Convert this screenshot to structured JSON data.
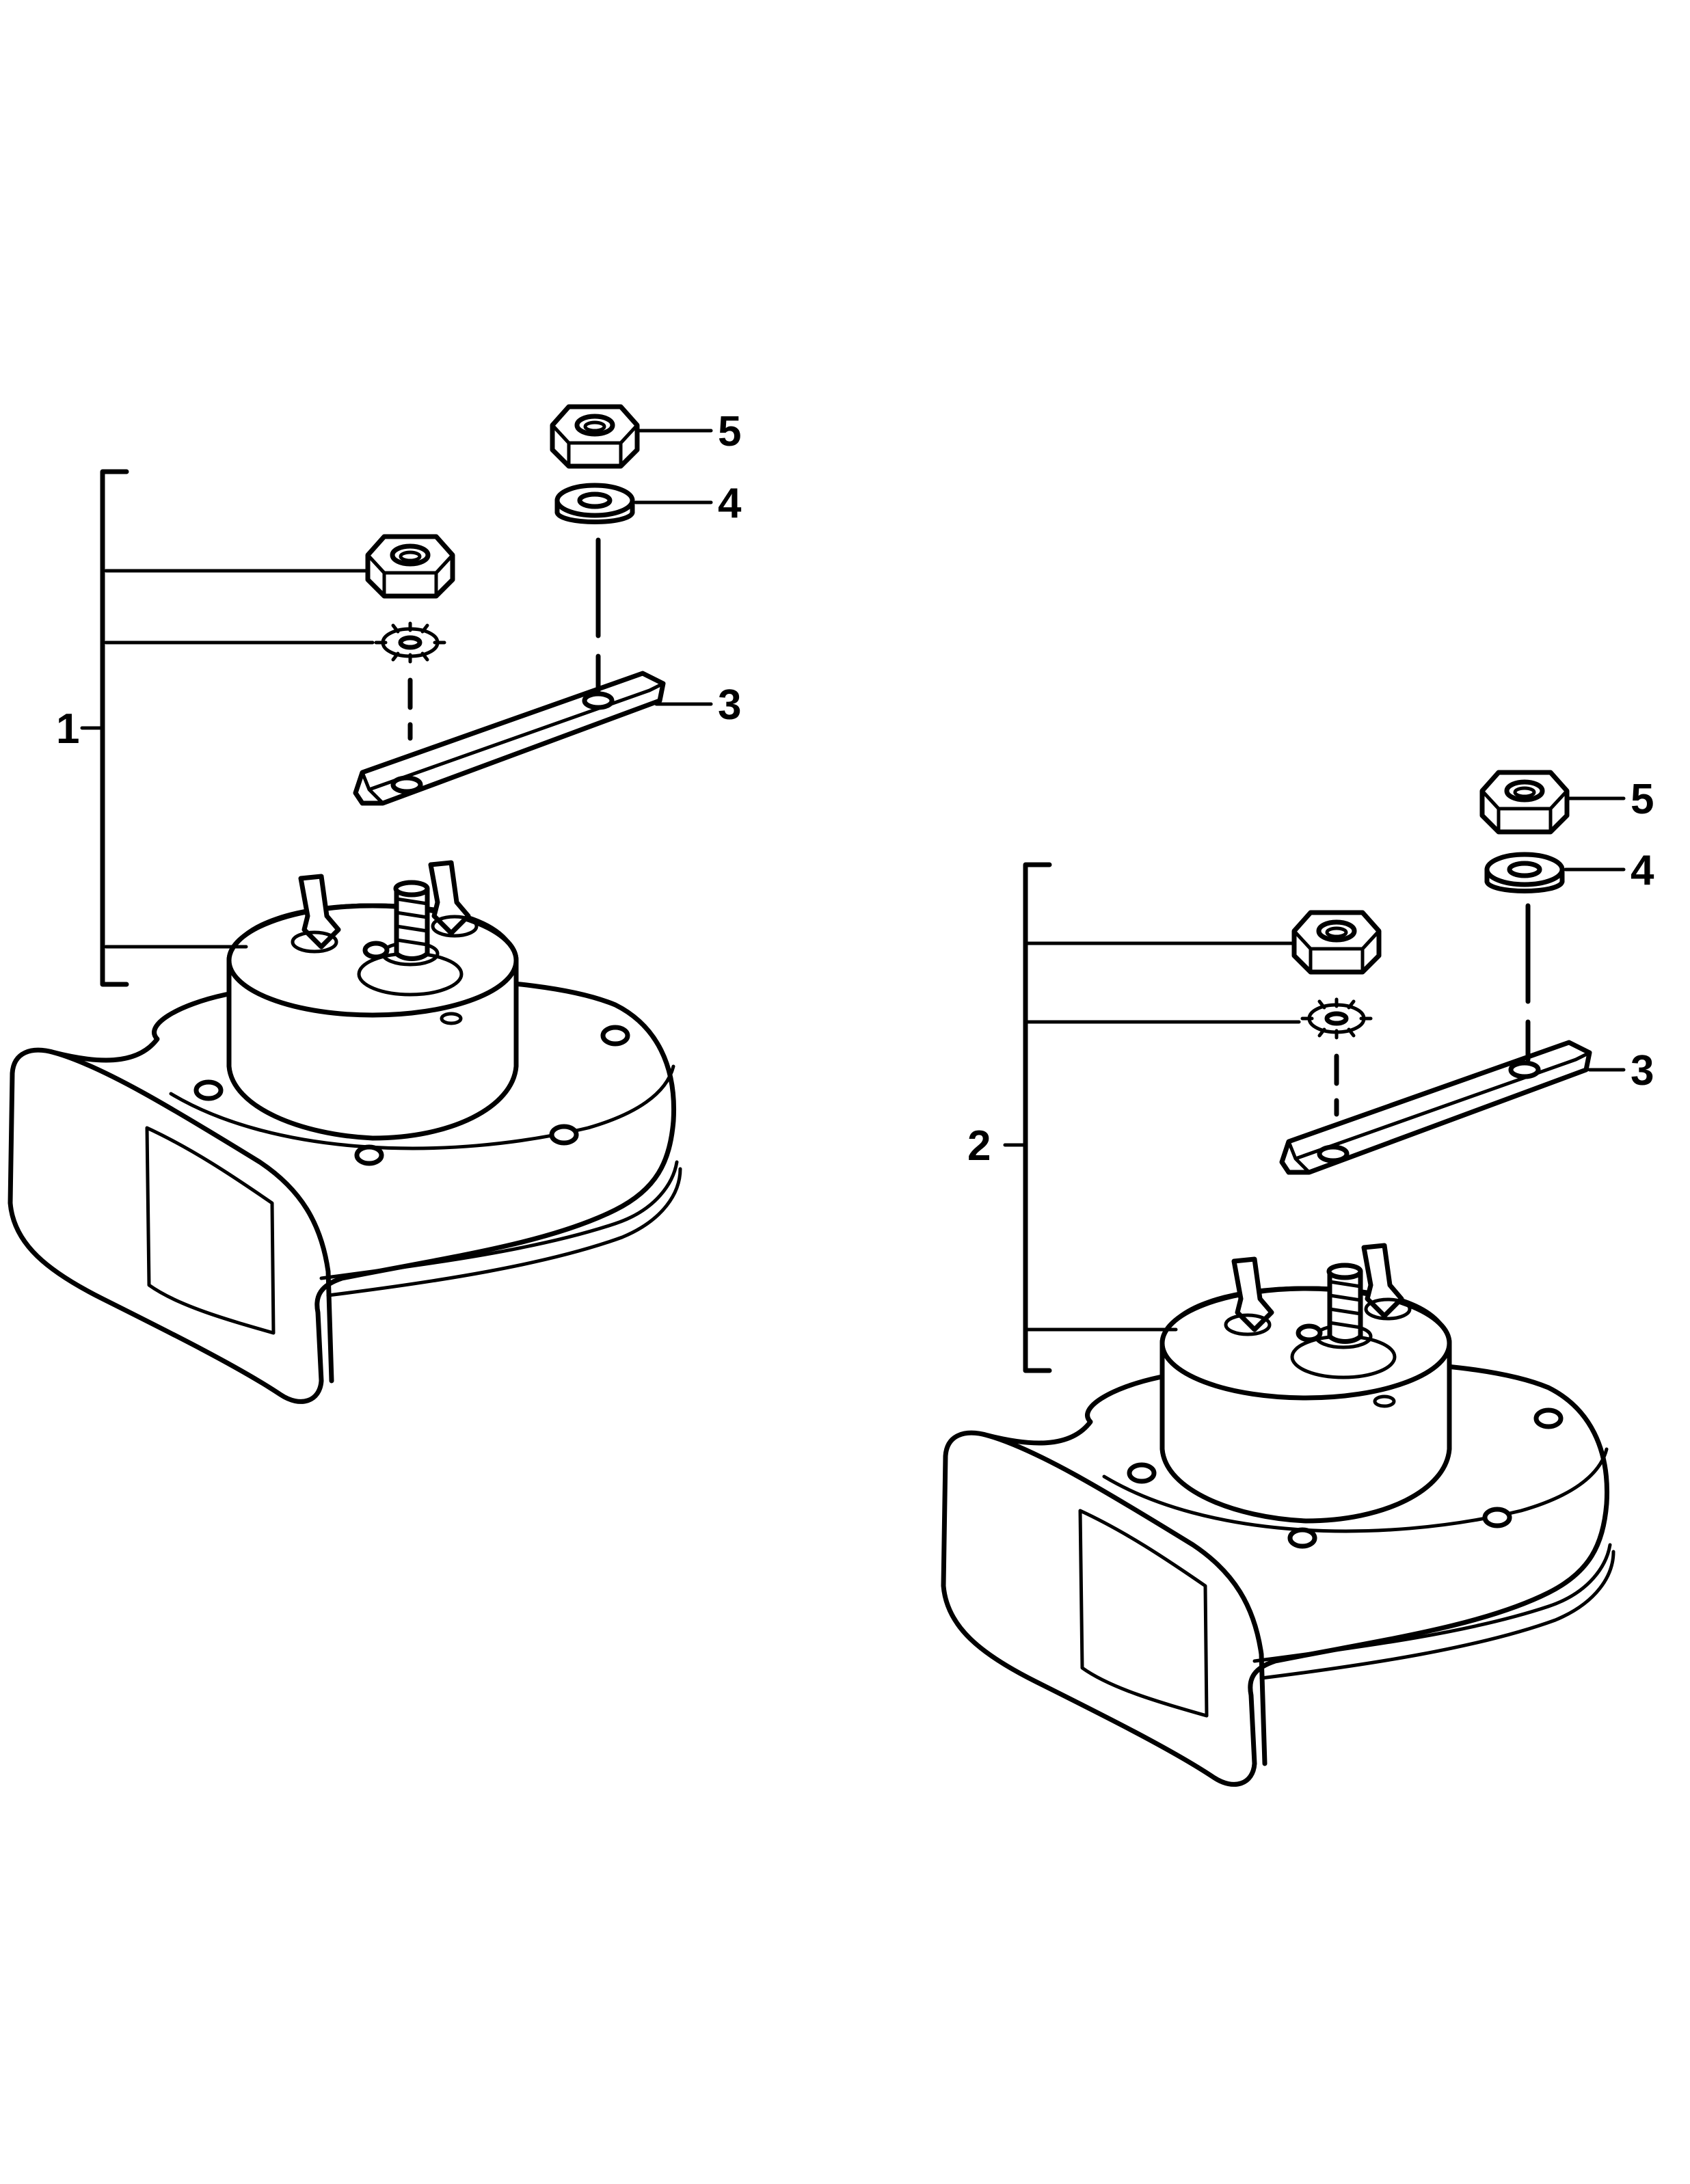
{
  "callouts": {
    "left": {
      "assembly": "1",
      "bracket": "3",
      "washer": "4",
      "nut": "5"
    },
    "right": {
      "assembly": "2",
      "bracket": "3",
      "washer": "4",
      "nut": "5"
    }
  },
  "icons": {
    "horn": "horn-icon",
    "hex_nut": "hex-nut-icon",
    "lock_washer": "lock-washer-icon",
    "flat_washer": "flat-washer-icon",
    "bracket": "mounting-bracket-icon"
  },
  "colors": {
    "line": "#000000",
    "background": "#ffffff"
  }
}
